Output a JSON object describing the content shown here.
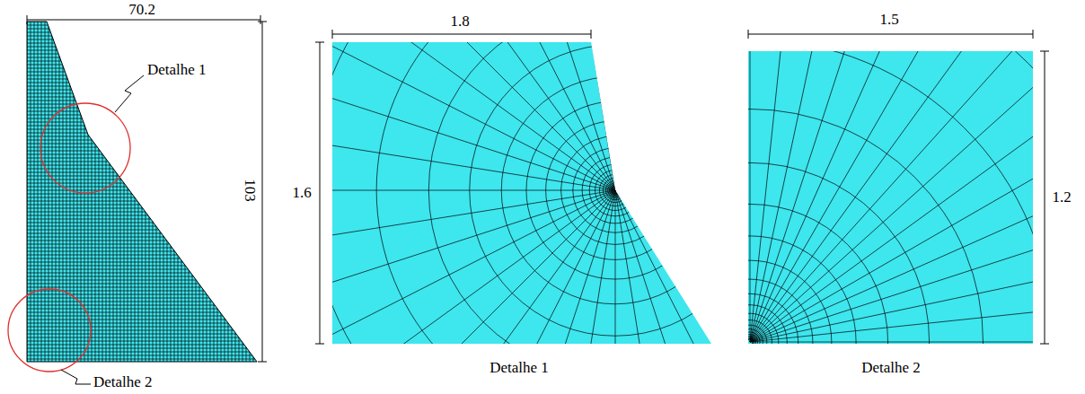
{
  "diagram": {
    "labels": [
      "70.2",
      "Detalhe 1",
      "103",
      "Detalhe 2",
      "1.8",
      "1.6",
      "Detalhe 1",
      "1.5",
      "1.2",
      "Detalhe 2"
    ]
  }
}
